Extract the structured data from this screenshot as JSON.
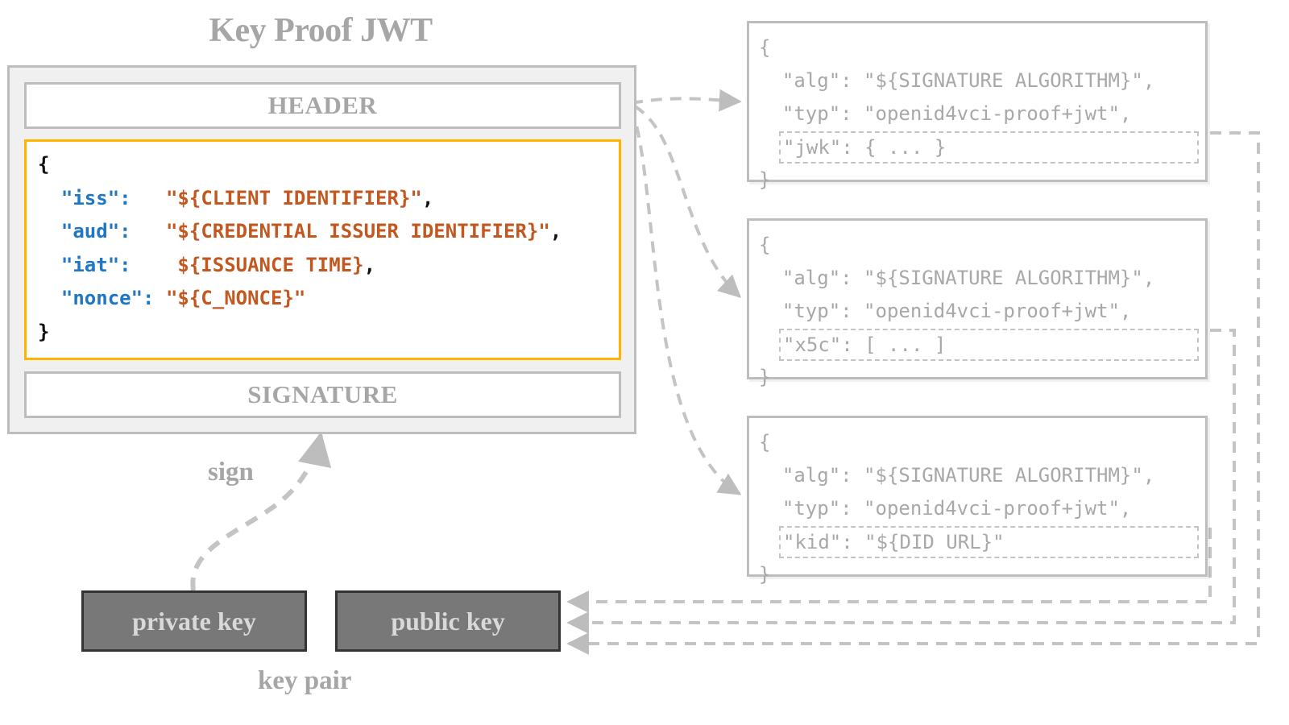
{
  "title": "Key Proof JWT",
  "jwt": {
    "header_label": "HEADER",
    "signature_label": "SIGNATURE",
    "payload": {
      "open_brace": "{",
      "close_brace": "}",
      "entries": [
        {
          "key": "\"iss\":",
          "gap": "   ",
          "value": "\"${CLIENT IDENTIFIER}\"",
          "punct": ","
        },
        {
          "key": "\"aud\":",
          "gap": "   ",
          "value": "\"${CREDENTIAL ISSUER IDENTIFIER}\"",
          "punct": ","
        },
        {
          "key": "\"iat\":",
          "gap": "    ",
          "value": "${ISSUANCE TIME}",
          "punct": ","
        },
        {
          "key": "\"nonce\":",
          "gap": " ",
          "value": "\"${C_NONCE}\"",
          "punct": ""
        }
      ]
    }
  },
  "jose_variants": [
    {
      "id": "jwk",
      "open_brace": "{",
      "alg": "  \"alg\": \"${SIGNATURE ALGORITHM}\",",
      "typ": "  \"typ\": \"openid4vci-proof+jwt\",",
      "highlight": "\"jwk\": { ... }",
      "close_brace": "}"
    },
    {
      "id": "x5c",
      "open_brace": "{",
      "alg": "  \"alg\": \"${SIGNATURE ALGORITHM}\",",
      "typ": "  \"typ\": \"openid4vci-proof+jwt\",",
      "highlight": "\"x5c\": [ ... ]",
      "close_brace": "}"
    },
    {
      "id": "kid",
      "open_brace": "{",
      "alg": "  \"alg\": \"${SIGNATURE ALGORITHM}\",",
      "typ": "  \"typ\": \"openid4vci-proof+jwt\",",
      "highlight": "\"kid\": \"${DID URL}\"",
      "close_brace": "}"
    }
  ],
  "keypair": {
    "private_label": "private key",
    "public_label": "public key",
    "group_label": "key pair",
    "sign_label": "sign"
  },
  "colors": {
    "accent_payload_border": "#ffb500",
    "json_key": "#1f77c4",
    "json_value": "#c2571f",
    "muted_gray": "#a6a6a6",
    "box_border": "#bdbdbd",
    "key_box_fill": "#787878",
    "key_box_border": "#333333",
    "container_fill": "#f0f0f0"
  }
}
